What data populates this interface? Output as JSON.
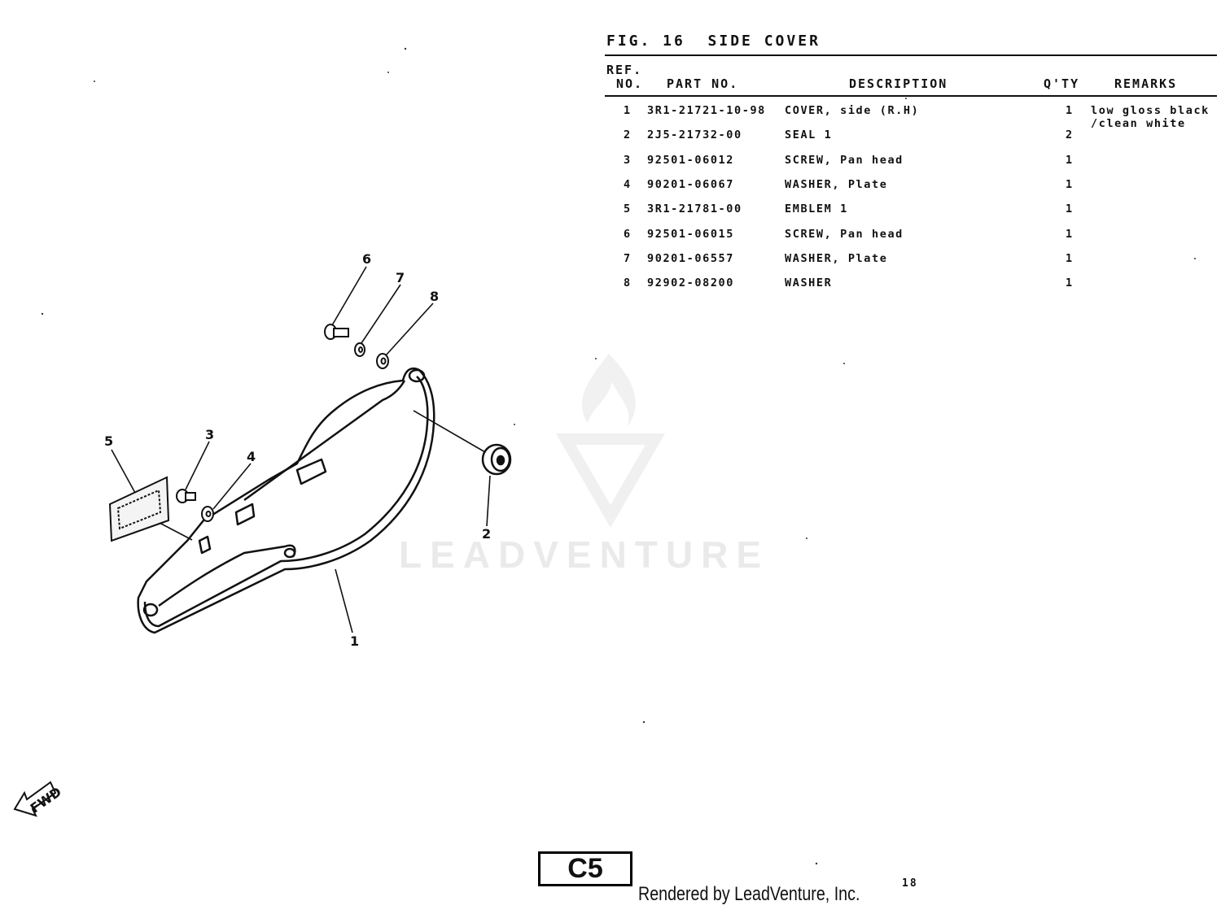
{
  "figure": {
    "title": "FIG. 16  SIDE COVER"
  },
  "table": {
    "headers": {
      "ref_line1": "REF.",
      "ref_line2": "NO.",
      "part_no": "PART NO.",
      "description": "DESCRIPTION",
      "qty": "Q'TY",
      "remarks": "REMARKS"
    },
    "rows": [
      {
        "ref": "1",
        "part": "3R1-21721-10-98",
        "desc": "COVER, side (R.H)",
        "qty": "1",
        "remarks": "low gloss black\n/clean white"
      },
      {
        "ref": "2",
        "part": "2J5-21732-00",
        "desc": "SEAL 1",
        "qty": "2",
        "remarks": ""
      },
      {
        "ref": "3",
        "part": "92501-06012",
        "desc": "SCREW, Pan head",
        "qty": "1",
        "remarks": ""
      },
      {
        "ref": "4",
        "part": "90201-06067",
        "desc": "WASHER, Plate",
        "qty": "1",
        "remarks": ""
      },
      {
        "ref": "5",
        "part": "3R1-21781-00",
        "desc": "EMBLEM 1",
        "qty": "1",
        "remarks": ""
      },
      {
        "ref": "6",
        "part": "92501-06015",
        "desc": "SCREW, Pan head",
        "qty": "1",
        "remarks": ""
      },
      {
        "ref": "7",
        "part": "90201-06557",
        "desc": "WASHER, Plate",
        "qty": "1",
        "remarks": ""
      },
      {
        "ref": "8",
        "part": "92902-08200",
        "desc": "WASHER",
        "qty": "1",
        "remarks": ""
      }
    ]
  },
  "callouts": [
    "1",
    "2",
    "3",
    "4",
    "5",
    "6",
    "7",
    "8"
  ],
  "fwd_label": "FWD",
  "section_code": "C5",
  "footer": {
    "rendered_by": "Rendered by LeadVenture, Inc.",
    "page_number": "18"
  },
  "watermark": {
    "brand": "LEADVENTURE",
    "color": "#b4b4b4"
  }
}
